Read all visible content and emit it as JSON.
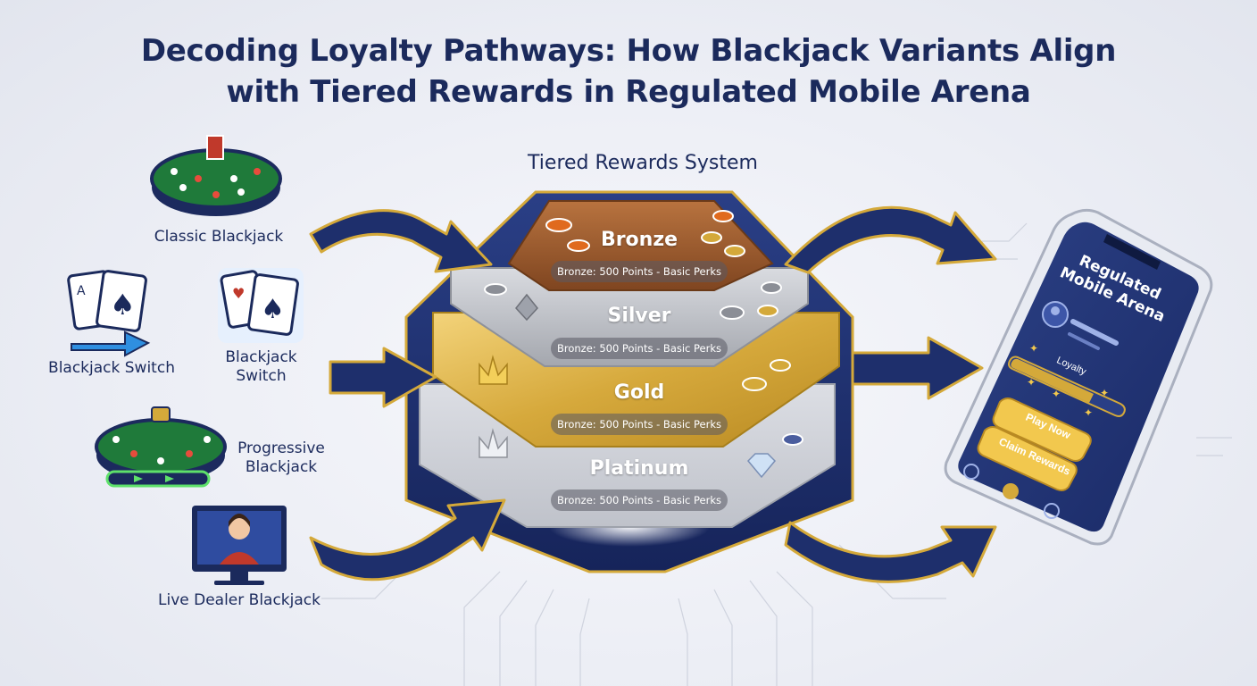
{
  "title": {
    "line1": "Decoding Loyalty Pathways: How Blackjack Variants Align",
    "line2": "with Tiered Rewards in Regulated Mobile Arena"
  },
  "system_label": "Tiered Rewards System",
  "variants": [
    {
      "label": "Classic Blackjack",
      "icon": "blackjack-table-icon"
    },
    {
      "label": "Blackjack Switch",
      "icon": "playing-cards-arrow-icon"
    },
    {
      "label": "Blackjack\nSwitch",
      "icon": "glowing-cards-icon"
    },
    {
      "label": "Progressive\nBlackjack",
      "icon": "progressive-table-icon"
    },
    {
      "label": "Live Dealer Blackjack",
      "icon": "live-dealer-monitor-icon"
    }
  ],
  "tiers": [
    {
      "name": "Bronze",
      "detail": "Bronze: 500 Points - Basic Perks"
    },
    {
      "name": "Silver",
      "detail": "Bronze: 500 Points - Basic Perks"
    },
    {
      "name": "Gold",
      "detail": "Bronze: 500 Points - Basic Perks"
    },
    {
      "name": "Platinum",
      "detail": "Bronze: 500 Points - Basic Perks"
    }
  ],
  "phone": {
    "title_line1": "Regulated",
    "title_line2": "Mobile Arena",
    "loyalty_label": "Loyalty",
    "loyalty_progress": 0.75,
    "play_button": "Play Now",
    "claim_button": "Claim Rewards"
  },
  "colors": {
    "navy": "#1b2a5c",
    "gold": "#d4a93a",
    "bronze": "#9c5a2e",
    "silver": "#b9bcc4",
    "platinum": "#c8cad2",
    "table_green": "#1f7a3a"
  }
}
